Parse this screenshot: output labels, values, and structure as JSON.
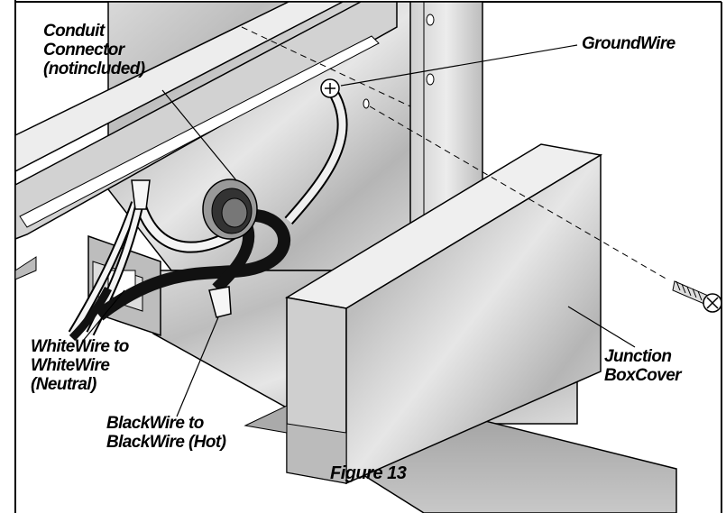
{
  "labels": {
    "conduit_connector": [
      "Conduit",
      "Connector",
      "(notincluded)"
    ],
    "ground_wire": "GroundWire",
    "white_wire": [
      "WhiteWire to",
      "WhiteWire",
      "(Neutral)"
    ],
    "black_wire": [
      "BlackWire to",
      "BlackWire (Hot)"
    ],
    "junction_box_cover": [
      "Junction",
      "BoxCover"
    ]
  },
  "caption": "Figure 13"
}
